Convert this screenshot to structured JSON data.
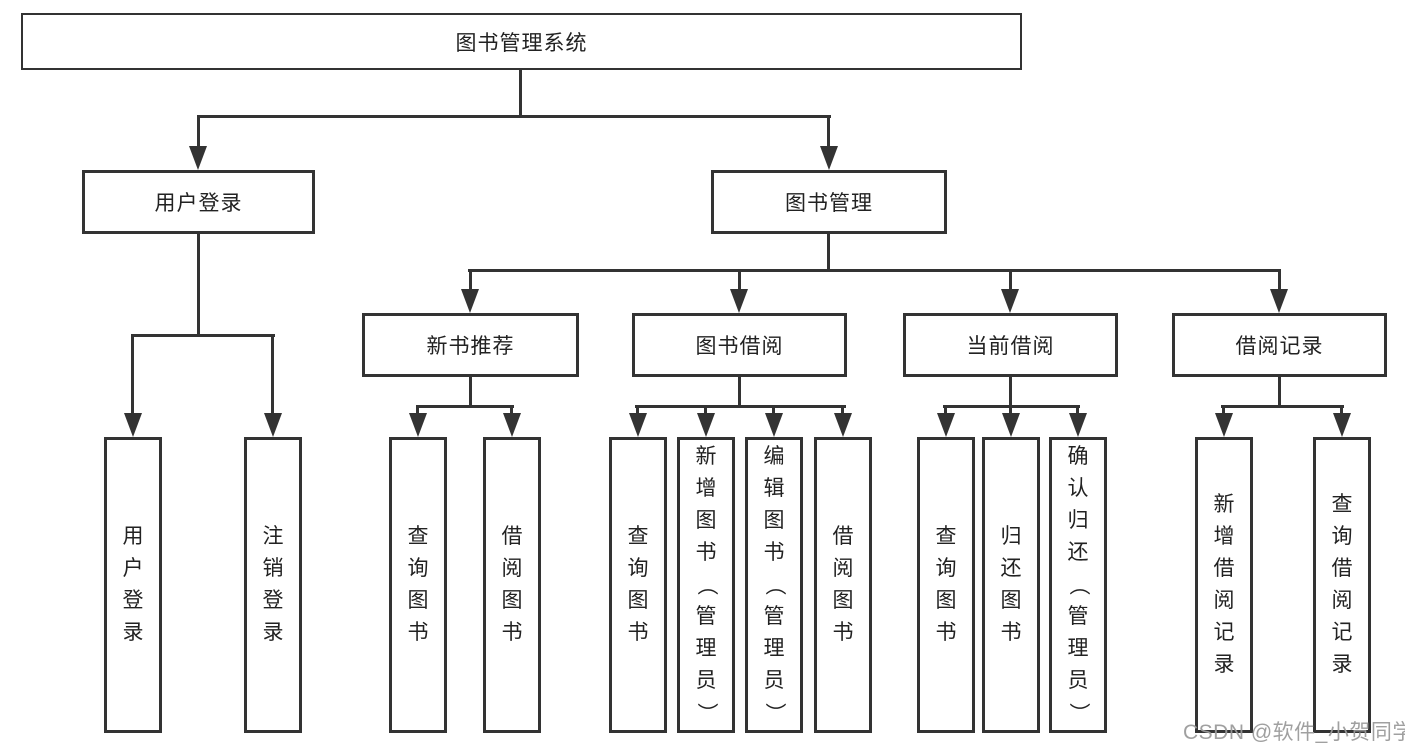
{
  "diagram": {
    "root": {
      "label": "图书管理系统"
    },
    "level2": [
      {
        "label": "用户登录"
      },
      {
        "label": "图书管理"
      }
    ],
    "level3": [
      {
        "label": "新书推荐"
      },
      {
        "label": "图书借阅"
      },
      {
        "label": "当前借阅"
      },
      {
        "label": "借阅记录"
      }
    ],
    "leaves": {
      "user": [
        "用户登录",
        "注销登录"
      ],
      "recommend": [
        "查询图书",
        "借阅图书"
      ],
      "borrow": [
        "查询图书",
        "新增图书（管理员）",
        "编辑图书（管理员）",
        "借阅图书"
      ],
      "current": [
        "查询图书",
        "归还图书",
        "确认归还（管理员）"
      ],
      "records": [
        "新增借阅记录",
        "查询借阅记录"
      ]
    }
  },
  "watermark": {
    "text": "CSDN @软件_小贺同学"
  },
  "colors": {
    "line": "#333333",
    "text": "#222222",
    "background": "#ffffff",
    "watermark": "#9b9b9b"
  }
}
